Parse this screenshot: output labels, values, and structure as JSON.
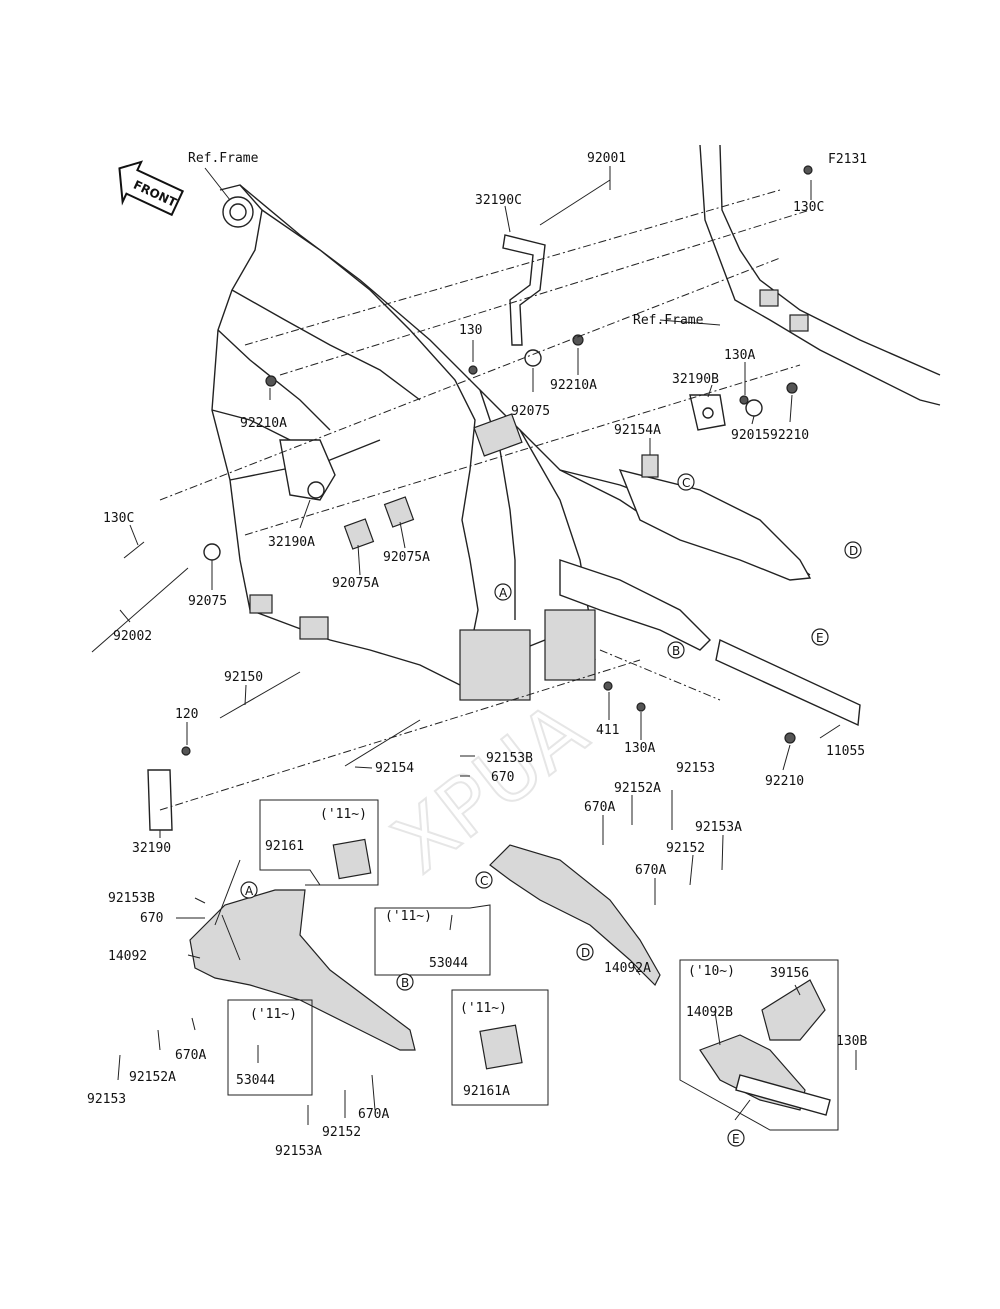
{
  "diagram": {
    "figure_code": "F2131",
    "ref_frame_labels": [
      "Ref.Frame",
      "Ref.Frame"
    ],
    "front_arrow_label": "FRONT",
    "watermark": "XPUA",
    "callouts": [
      {
        "label": "A"
      },
      {
        "label": "A"
      },
      {
        "label": "B"
      },
      {
        "label": "B"
      },
      {
        "label": "C"
      },
      {
        "label": "C"
      },
      {
        "label": "D"
      },
      {
        "label": "D"
      },
      {
        "label": "E"
      },
      {
        "label": "E"
      }
    ],
    "year_notes": [
      "('11~)",
      "('11~)",
      "('11~)",
      "('11~)",
      "('10~)"
    ],
    "part_labels": [
      "92001",
      "32190C",
      "130C",
      "130",
      "92210A",
      "92075",
      "130A",
      "32190B",
      "92210",
      "92015",
      "92210A",
      "92154A",
      "130C",
      "32190A",
      "92075A",
      "92075A",
      "92075",
      "92002",
      "92150",
      "120",
      "92154",
      "32190",
      "411",
      "130A",
      "11055",
      "92210",
      "92153",
      "92153B",
      "670",
      "92152A",
      "670A",
      "92153A",
      "92152",
      "670A",
      "92161",
      "92153B",
      "670",
      "14092",
      "53044",
      "14092A",
      "53044",
      "92161A",
      "39156",
      "14092B",
      "130B",
      "92152A",
      "670A",
      "92153",
      "53044",
      "92152",
      "670A",
      "92153A"
    ]
  }
}
